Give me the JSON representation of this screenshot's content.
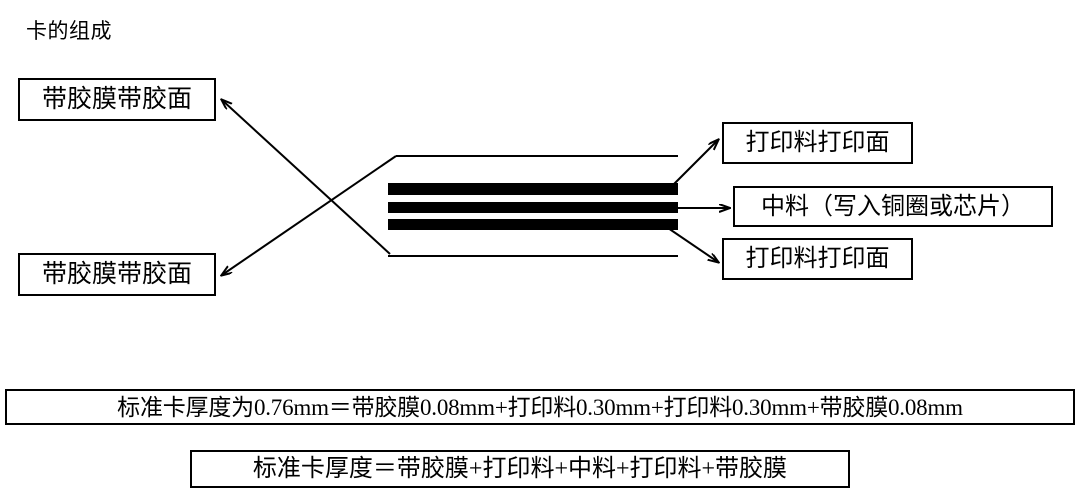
{
  "diagram": {
    "title": "卡的组成",
    "labels": {
      "film_top": "带胶膜带胶面",
      "film_bottom": "带胶膜带胶面",
      "print_top": "打印料打印面",
      "core": "中料（写入铜圈或芯片）",
      "print_bottom": "打印料打印面"
    },
    "formulas": {
      "thickness_detail": "标准卡厚度为0.76mm＝带胶膜0.08mm+打印料0.30mm+打印料0.30mm+带胶膜0.08mm",
      "thickness_summary": "标准卡厚度＝带胶膜+打印料+中料+打印料+带胶膜"
    },
    "colors": {
      "layer_fill": "#000000",
      "stroke": "#000000",
      "background": "#ffffff"
    },
    "layers": [
      {
        "name": "带胶膜",
        "thickness_mm": "0.08"
      },
      {
        "name": "打印料",
        "thickness_mm": "0.30"
      },
      {
        "name": "中料",
        "thickness_mm": ""
      },
      {
        "name": "打印料",
        "thickness_mm": "0.30"
      },
      {
        "name": "带胶膜",
        "thickness_mm": "0.08"
      }
    ],
    "total_thickness_mm": "0.76"
  }
}
